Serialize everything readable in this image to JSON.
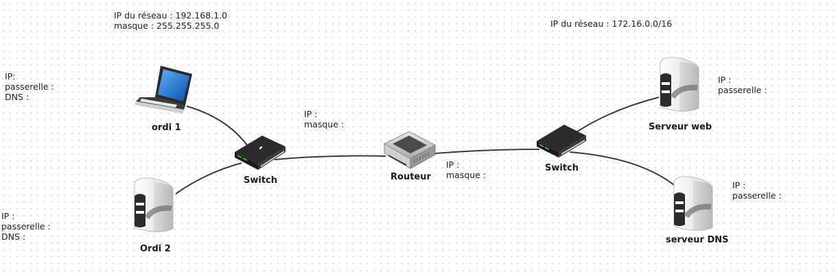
{
  "networks": {
    "left": {
      "ip_line": "IP du réseau : 192.168.1.0",
      "mask_line": "masque : 255.255.255.0"
    },
    "right": {
      "ip_line": "IP du réseau : 172.16.0.0/16"
    }
  },
  "devices": {
    "ordi1": {
      "label": "ordi 1",
      "fields": [
        "IP:",
        "passerelle :",
        "DNS :"
      ]
    },
    "ordi2": {
      "label": "Ordi 2",
      "fields": [
        "IP :",
        "passerelle :",
        "DNS :"
      ]
    },
    "switch_left": {
      "label": "Switch"
    },
    "routeur": {
      "label": "Routeur"
    },
    "switch_right": {
      "label": "Switch"
    },
    "serveur_web": {
      "label": "Serveur web",
      "fields": [
        "IP :",
        "passerelle :"
      ]
    },
    "serveur_dns": {
      "label": "serveur DNS",
      "fields": [
        "IP :",
        "passerelle :"
      ]
    }
  },
  "router_interfaces": {
    "left": [
      "IP :",
      "masque :"
    ],
    "right": [
      "IP :",
      "masque :"
    ]
  },
  "colors": {
    "link": "#3a3a3a",
    "grid_dot": "#d4d4d4",
    "device_dark": "#2b2b2b",
    "laptop_screen": "#1e74c8",
    "server_white": "#f4f4f4",
    "switch_port_green": "#39c43f"
  },
  "icons": {
    "ordi1": "laptop-icon",
    "ordi2": "server-tower-icon",
    "switch": "network-switch-icon",
    "routeur": "router-icon",
    "serveur_web": "server-tower-icon",
    "serveur_dns": "server-tower-icon"
  }
}
